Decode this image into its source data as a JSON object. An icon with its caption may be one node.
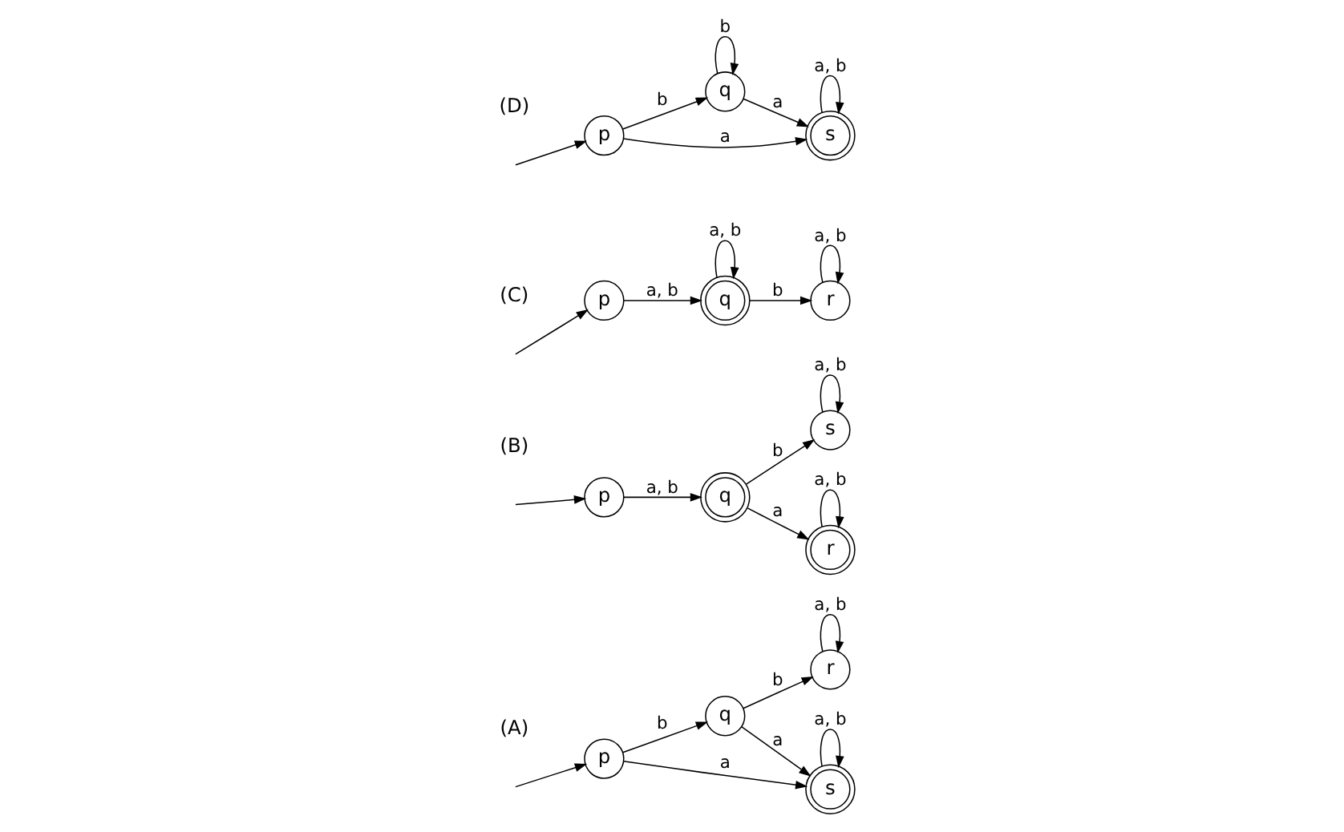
{
  "diagram": {
    "nodes": [
      {
        "text": [
          "p"
        ]
      },
      {
        "text": [
          "q"
        ]
      },
      {
        "text": [
          "r"
        ]
      },
      {
        "text": [
          "s"
        ]
      },
      {
        "text": [
          "p"
        ]
      },
      {
        "text": [
          "s"
        ]
      },
      {
        "text": [
          "q"
        ]
      },
      {
        "text": [
          "r"
        ]
      },
      {
        "text": [
          "p"
        ]
      },
      {
        "text": [
          "q"
        ]
      },
      {
        "text": [
          "r"
        ]
      },
      {
        "text": [
          "p"
        ]
      },
      {
        "text": [
          "q"
        ]
      },
      {
        "text": [
          "s"
        ]
      }
    ],
    "edges": [
      {
        "from": null,
        "to": 0,
        "arrow": "to"
      },
      {
        "from": 0,
        "to": 1,
        "arrow": "to",
        "label": "b"
      },
      {
        "from": 1,
        "to": 2,
        "arrow": "to",
        "label": "b"
      },
      {
        "from": 2,
        "to": 2,
        "arrow": "to",
        "label": "a, b"
      },
      {
        "from": 0,
        "to": 3,
        "arrow": "to",
        "label": "a"
      },
      {
        "from": 1,
        "to": 3,
        "arrow": "to",
        "label": "a"
      },
      {
        "from": 3,
        "to": 3,
        "arrow": "to",
        "label": "a, b"
      },
      {
        "from": null,
        "to": 4,
        "arrow": "to"
      },
      {
        "from": 4,
        "to": 6,
        "arrow": "to",
        "label": "a, b"
      },
      {
        "from": 6,
        "to": 5,
        "arrow": "to",
        "label": "b"
      },
      {
        "from": 5,
        "to": 5,
        "arrow": "to",
        "label": "a, b"
      },
      {
        "from": 6,
        "to": 7,
        "arrow": "to",
        "label": "a"
      },
      {
        "from": 7,
        "to": 7,
        "arrow": "to",
        "label": "a, b"
      },
      {
        "from": null,
        "to": 8,
        "arrow": "to"
      },
      {
        "from": 8,
        "to": 9,
        "arrow": "to",
        "label": "a, b"
      },
      {
        "from": 9,
        "to": 9,
        "arrow": "to",
        "label": "a, b"
      },
      {
        "from": 9,
        "to": 10,
        "arrow": "to",
        "label": "b"
      },
      {
        "from": 10,
        "to": 10,
        "arrow": "to",
        "label": "a, b"
      },
      {
        "from": null,
        "to": 11,
        "arrow": "to"
      },
      {
        "from": 11,
        "to": 12,
        "arrow": "to",
        "label": "b"
      },
      {
        "from": 12,
        "to": 12,
        "arrow": "to",
        "label": "b"
      },
      {
        "from": 11,
        "to": 13,
        "arrow": "to",
        "label": "a"
      },
      {
        "from": 12,
        "to": 13,
        "arrow": "to",
        "label": "a"
      },
      {
        "from": 13,
        "to": 13,
        "arrow": "to",
        "label": "a, b"
      }
    ],
    "labels": [
      "(A)",
      "(B)",
      "(C)",
      "(D)"
    ]
  }
}
